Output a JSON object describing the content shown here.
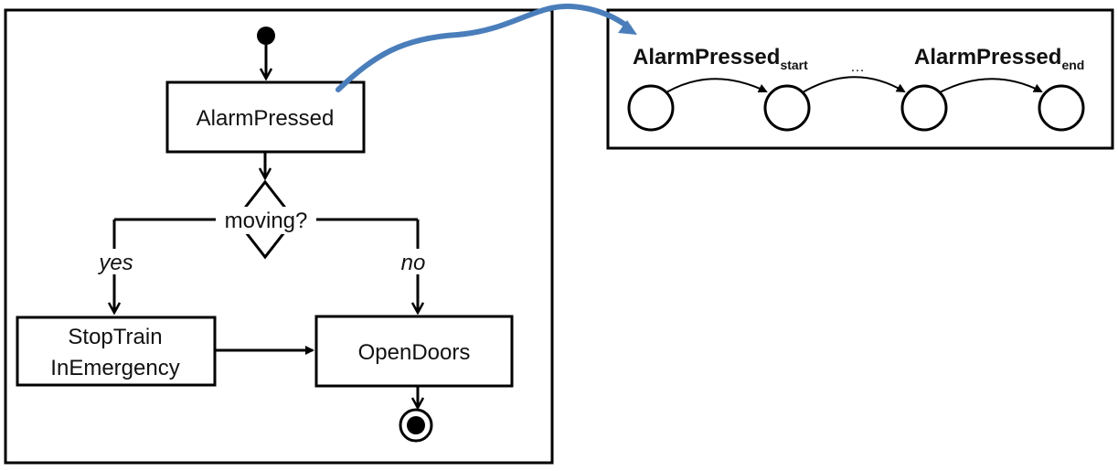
{
  "activity_diagram": {
    "actions": {
      "alarm_pressed": "AlarmPressed",
      "stop_train_line1": "StopTrain",
      "stop_train_line2": "InEmergency",
      "open_doors": "OpenDoors"
    },
    "decision": "moving?",
    "guards": {
      "yes": "yes",
      "no": "no"
    }
  },
  "trace": {
    "start_label": "AlarmPressed",
    "start_subscript": "start",
    "ellipsis": "…",
    "end_label": "AlarmPressed",
    "end_subscript": "end"
  },
  "colors": {
    "mapping_arrow": "#4a7ebb",
    "line": "#000000"
  }
}
